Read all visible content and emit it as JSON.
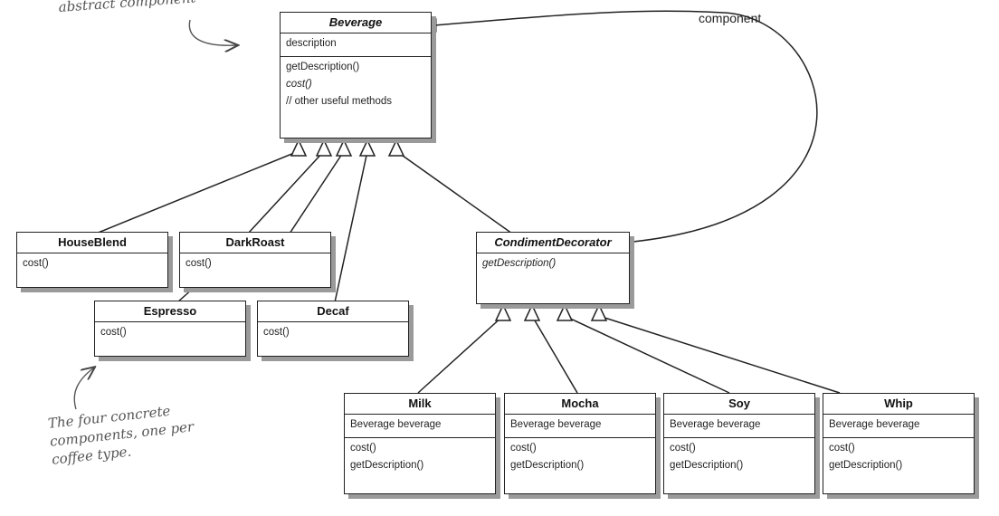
{
  "annotations": {
    "top_note": "abstract component",
    "bottom_note": [
      "The four concrete",
      "components, one per",
      "coffee type."
    ]
  },
  "edge_label": "component",
  "classes": {
    "beverage": {
      "name": "Beverage",
      "fields": [
        "description"
      ],
      "methods": [
        "getDescription()",
        "cost()",
        "// other useful methods"
      ]
    },
    "houseblend": {
      "name": "HouseBlend",
      "methods": [
        "cost()"
      ]
    },
    "darkroast": {
      "name": "DarkRoast",
      "methods": [
        "cost()"
      ]
    },
    "espresso": {
      "name": "Espresso",
      "methods": [
        "cost()"
      ]
    },
    "decaf": {
      "name": "Decaf",
      "methods": [
        "cost()"
      ]
    },
    "condiment_decorator": {
      "name": "CondimentDecorator",
      "methods": [
        "getDescription()"
      ]
    },
    "milk": {
      "name": "Milk",
      "fields": [
        "Beverage beverage"
      ],
      "methods": [
        "cost()",
        "getDescription()"
      ]
    },
    "mocha": {
      "name": "Mocha",
      "fields": [
        "Beverage beverage"
      ],
      "methods": [
        "cost()",
        "getDescription()"
      ]
    },
    "soy": {
      "name": "Soy",
      "fields": [
        "Beverage beverage"
      ],
      "methods": [
        "cost()",
        "getDescription()"
      ]
    },
    "whip": {
      "name": "Whip",
      "fields": [
        "Beverage beverage"
      ],
      "methods": [
        "cost()",
        "getDescription()"
      ]
    }
  },
  "colors": {
    "line": "#222222",
    "shadow": "#9a9a9a",
    "handwriting": "#555555"
  }
}
